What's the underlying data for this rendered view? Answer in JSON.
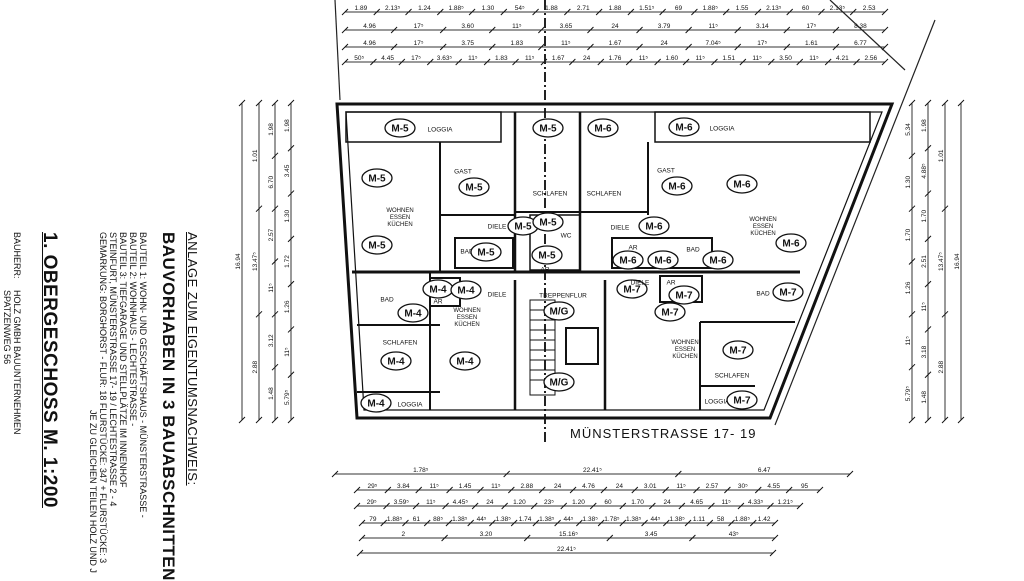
{
  "title_block": {
    "annex": "ANLAGE ZUM EIGENTUMSNACHWEIS:",
    "project": "BAUVORHABEN IN 3 BAUABSCHNITTEN",
    "details": [
      "BAUTEIL 1: WOHN- UND GESCHÄFTSHAUS - MÜNSTERSTRASSE -",
      "BAUTEIL 2: WOHNHAUS - LECHTESTRASSE -",
      "BAUTEIL 3: TIEFGARAGE UND STELLPLÄTZE IM INNENHOF",
      "STEINFURT, MÜNSTERSTRASSE 17- 19 / LECHTESTRASSE 2 - 4",
      "GEMARKUNG: BORGHORST - FLUR: 18    FLURSTÜCKE: 347 + FLURSTÜCKE: 3",
      "JE ZU GLEICHEN TEILEN HOLZ UND J"
    ],
    "floor": "1. OBERGESCHOSS   M. 1:200",
    "client_label": "BAUHERR:",
    "client_name": "HOLZ GMBH BAUUNTERNEHMEN",
    "client_address": "SPATZENWEG 56"
  },
  "street_label": "MÜNSTERSTRASSE 17- 19",
  "rooms": [
    "M-5",
    "LOGGIA",
    "M-5",
    "M-5",
    "M-5",
    "GAST",
    "SCHLAFEN",
    "WOHNEN ESSEN KÜCHEN",
    "M-5",
    "DIELE",
    "M-5",
    "M-5",
    "WC",
    "BAD",
    "M-5",
    "M-5",
    "AR",
    "BAD",
    "M-4",
    "M-4",
    "AR",
    "M-4",
    "DIELE",
    "WOHNEN ESSEN KÜCHEN",
    "SCHLAFEN",
    "M-4",
    "M-4",
    "M-4",
    "LOGGIA",
    "TREPPENFLUR",
    "M/G",
    "M/G",
    "M-6",
    "M-6",
    "LOGGIA",
    "SCHLAFEN",
    "M-6",
    "GAST",
    "M-6",
    "WOHNEN ESSEN KÜCHEN",
    "M-6",
    "DIELE",
    "M-6",
    "M-6",
    "M-6",
    "BAD",
    "M-6",
    "AR",
    "M-7",
    "AR",
    "M-7",
    "BAD",
    "M-7",
    "M-7",
    "WOHNEN ESSEN KÜCHEN",
    "M-7",
    "SCHLAFEN",
    "LOGGIA",
    "M-7",
    "DIELE"
  ],
  "dimensions": {
    "top": [
      [
        "1.89",
        "2.13⁵",
        "1.24",
        "1.88⁵",
        "1.30",
        "54⁵",
        "1.88",
        "2.71",
        "1.88",
        "1.51⁵",
        "69",
        "1.88⁵",
        "1.55",
        "2.13⁵",
        "60",
        "2.13⁵",
        "2.53"
      ],
      [
        "4.96",
        "17⁵",
        "3.60",
        "11⁵",
        "3.65",
        "24",
        "3.79",
        "11⁵",
        "3.14",
        "17⁵",
        "8.38"
      ],
      [
        "4.96",
        "17⁵",
        "3.75",
        "1.83",
        "11⁵",
        "1.67",
        "24",
        "7.04⁵",
        "17⁵",
        "1.61",
        "6.77"
      ],
      [
        "50⁵",
        "4.45",
        "17⁵",
        "3.63⁵",
        "11⁵",
        "1.83",
        "11⁵",
        "1.67",
        "24",
        "1.76",
        "11⁵",
        "1.60",
        "11⁵",
        "1.51",
        "11⁵",
        "3.50",
        "11⁵",
        "4.21",
        "2.56"
      ]
    ],
    "bottom": [
      [
        "1.78⁵",
        "22.41⁵",
        "6.47"
      ],
      [
        "29⁵",
        "3.84",
        "11⁵",
        "1.45",
        "11⁵",
        "2.88",
        "24",
        "4.76",
        "24",
        "3.01",
        "11⁵",
        "2.57",
        "30⁵",
        "4.55",
        "95"
      ],
      [
        "29⁵",
        "3.59⁵",
        "11⁵",
        "4.45⁵",
        "24",
        "1.20",
        "23⁵",
        "1.20",
        "60",
        "1.70",
        "24",
        "4.65",
        "11⁵",
        "4.33⁵",
        "1.21⁵"
      ],
      [
        "79",
        "1.88⁵",
        "61",
        "88⁵",
        "1.38⁵",
        "44⁵",
        "1.38⁵",
        "1.74",
        "1.38⁵",
        "44⁵",
        "1.38⁵",
        "1.78⁵",
        "1.38⁵",
        "44⁵",
        "1.38⁵",
        "1.11",
        "58",
        "1.88⁵",
        "1.42"
      ],
      [
        "2",
        "3.20",
        "15.16⁵",
        "3.45",
        "43⁵"
      ],
      [
        "22.41⁵"
      ]
    ],
    "left": [
      [
        "16.94"
      ],
      [
        "2.88",
        "13.47⁵",
        "1.01"
      ],
      [
        "1.48",
        "3.12",
        "11⁵",
        "2.57",
        "6.70",
        "1.98"
      ],
      [
        "5.79⁵",
        "11⁵",
        "1.26",
        "1.72",
        "1.30",
        "3.45",
        "1.98"
      ]
    ],
    "right": [
      [
        "5.79⁵",
        "11⁵",
        "1.26",
        "1.70",
        "1.30",
        "5.34"
      ],
      [
        "1.48",
        "3.18",
        "11⁵",
        "2.51",
        "1.70",
        "4.88⁵",
        "1.98"
      ],
      [
        "2.88",
        "13.47⁵",
        "1.01"
      ],
      [
        "16.94"
      ]
    ]
  }
}
